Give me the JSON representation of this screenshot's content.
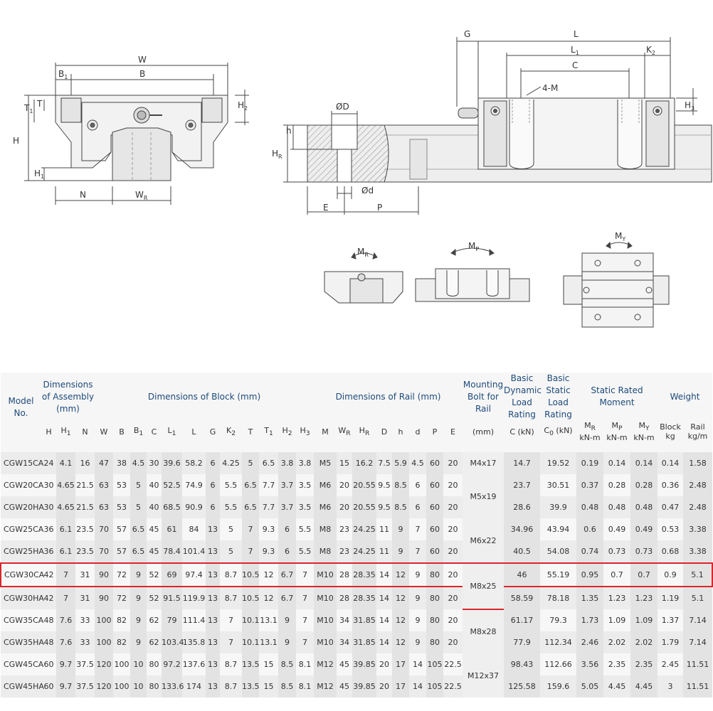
{
  "drawing_labels": {
    "front": {
      "W": "W",
      "B1": "B",
      "B1_sub": "1",
      "B": "B",
      "T1": "T",
      "T1_sub": "1",
      "T": "T",
      "H2": "H",
      "H2_sub": "2",
      "H": "H",
      "H1": "H",
      "H1_sub": "1",
      "N": "N",
      "WR": "W",
      "WR_sub": "R"
    },
    "side": {
      "G": "G",
      "L": "L",
      "L1": "L",
      "L1_sub": "1",
      "K2": "K",
      "K2_sub": "2",
      "C": "C",
      "M4": "4-M",
      "H3": "H",
      "H3_sub": "3",
      "D": "ØD",
      "HR": "H",
      "HR_sub": "R",
      "h": "h",
      "d": "Ød",
      "E": "E",
      "P": "P"
    },
    "moments": {
      "MR": "M",
      "MR_sub": "R",
      "MP": "M",
      "MP_sub": "P",
      "MY": "M",
      "MY_sub": "Y"
    }
  },
  "table": {
    "group_headers": {
      "model": [
        "Model",
        "No."
      ],
      "assembly": [
        "Dimensions",
        "of Assembly",
        "(mm)"
      ],
      "block": "Dimensions of Block (mm)",
      "rail": "Dimensions of Rail (mm)",
      "bolt": [
        "Mounting",
        "Bolt for",
        "Rail"
      ],
      "dynamic": [
        "Basic",
        "Dynamic",
        "Load",
        "Rating"
      ],
      "static": [
        "Basic",
        "Static",
        "Load",
        "Rating"
      ],
      "moment": [
        "Static Rated",
        "Moment"
      ],
      "weight": "Weight"
    },
    "sub_headers": {
      "H": "H",
      "H1": "H",
      "H1_sub": "1",
      "N": "N",
      "W": "W",
      "B": "B",
      "B1": "B",
      "B1_sub": "1",
      "C": "C",
      "L1": "L",
      "L1_sub": "1",
      "L": "L",
      "G": "G",
      "K2": "K",
      "K2_sub": "2",
      "T": "T",
      "T1": "T",
      "T1_sub": "1",
      "H2": "H",
      "H2_sub": "2",
      "H3": "H",
      "H3_sub": "3",
      "M": "M",
      "WR": "W",
      "WR_sub": "R",
      "HR": "H",
      "HR_sub": "R",
      "D": "D",
      "h": "h",
      "d": "d",
      "P": "P",
      "E": "E",
      "bolt": "(mm)",
      "MR": "M",
      "MR_sub": "R",
      "MP": "M",
      "MP_sub": "P",
      "MY": "M",
      "MY_sub": "Y",
      "block": "Block",
      "rail": "Rail"
    },
    "unit_headers": {
      "dyn": "C (kN)",
      "st": "C",
      "st_sub": "0",
      "st_unit": " (kN)",
      "MR": "kN-m",
      "MP": "kN-m",
      "MY": "kN-m",
      "block": "kg",
      "rail": "kg/m"
    },
    "bolts": [
      "M4x17",
      "M5x19",
      "M6x22",
      "M8x25",
      "M8x28",
      "M12x37"
    ],
    "rows": [
      [
        "CGW15CA",
        "24",
        "4.1",
        "16",
        "47",
        "38",
        "4.5",
        "30",
        "39.6",
        "58.2",
        "6",
        "4.25",
        "5",
        "6.5",
        "3.8",
        "3.8",
        "M5",
        "15",
        "16.2",
        "7.5",
        "5.9",
        "4.5",
        "60",
        "20",
        "14.7",
        "19.52",
        "0.19",
        "0.14",
        "0.14",
        "0.14",
        "1.58"
      ],
      [
        "CGW20CA",
        "30",
        "4.65",
        "21.5",
        "63",
        "53",
        "5",
        "40",
        "52.5",
        "74.9",
        "6",
        "5.5",
        "6.5",
        "7.7",
        "3.7",
        "3.5",
        "M6",
        "20",
        "20.55",
        "9.5",
        "8.5",
        "6",
        "60",
        "20",
        "23.7",
        "30.51",
        "0.37",
        "0.28",
        "0.28",
        "0.36",
        "2.48"
      ],
      [
        "CGW20HA",
        "30",
        "4.65",
        "21.5",
        "63",
        "53",
        "5",
        "40",
        "68.5",
        "90.9",
        "6",
        "5.5",
        "6.5",
        "7.7",
        "3.7",
        "3.5",
        "M6",
        "20",
        "20.55",
        "9.5",
        "8.5",
        "6",
        "60",
        "20",
        "28.6",
        "39.9",
        "0.48",
        "0.48",
        "0.48",
        "0.47",
        "2.48"
      ],
      [
        "CGW25CA",
        "36",
        "6.1",
        "23.5",
        "70",
        "57",
        "6.5",
        "45",
        "61",
        "84",
        "13",
        "5",
        "7",
        "9.3",
        "6",
        "5.5",
        "M8",
        "23",
        "24.25",
        "11",
        "9",
        "7",
        "60",
        "20",
        "34.96",
        "43.94",
        "0.6",
        "0.49",
        "0.49",
        "0.53",
        "3.38"
      ],
      [
        "CGW25HA",
        "36",
        "6.1",
        "23.5",
        "70",
        "57",
        "6.5",
        "45",
        "78.4",
        "101.4",
        "13",
        "5",
        "7",
        "9.3",
        "6",
        "5.5",
        "M8",
        "23",
        "24.25",
        "11",
        "9",
        "7",
        "60",
        "20",
        "40.5",
        "54.08",
        "0.74",
        "0.73",
        "0.73",
        "0.68",
        "3.38"
      ],
      [
        "CGW30CA",
        "42",
        "7",
        "31",
        "90",
        "72",
        "9",
        "52",
        "69",
        "97.4",
        "13",
        "8.7",
        "10.5",
        "12",
        "6.7",
        "7",
        "M10",
        "28",
        "28.35",
        "14",
        "12",
        "9",
        "80",
        "20",
        "46",
        "55.19",
        "0.95",
        "0.7",
        "0.7",
        "0.9",
        "5.1"
      ],
      [
        "CGW30HA",
        "42",
        "7",
        "31",
        "90",
        "72",
        "9",
        "52",
        "91.5",
        "119.9",
        "13",
        "8.7",
        "10.5",
        "12",
        "6.7",
        "7",
        "M10",
        "28",
        "28.35",
        "14",
        "12",
        "9",
        "80",
        "20",
        "58.59",
        "78.18",
        "1.35",
        "1.23",
        "1.23",
        "1.19",
        "5.1"
      ],
      [
        "CGW35CA",
        "48",
        "7.6",
        "33",
        "100",
        "82",
        "9",
        "62",
        "79",
        "111.4",
        "13",
        "7",
        "10.1",
        "13.1",
        "9",
        "7",
        "M10",
        "34",
        "31.85",
        "14",
        "12",
        "9",
        "80",
        "20",
        "61.17",
        "79.3",
        "1.73",
        "1.09",
        "1.09",
        "1.37",
        "7.14"
      ],
      [
        "CGW35HA",
        "48",
        "7.6",
        "33",
        "100",
        "82",
        "9",
        "62",
        "103.4",
        "135.8",
        "13",
        "7",
        "10.1",
        "13.1",
        "9",
        "7",
        "M10",
        "34",
        "31.85",
        "14",
        "12",
        "9",
        "80",
        "20",
        "77.9",
        "112.34",
        "2.46",
        "2.02",
        "2.02",
        "1.79",
        "7.14"
      ],
      [
        "CGW45CA",
        "60",
        "9.7",
        "37.5",
        "120",
        "100",
        "10",
        "80",
        "97.2",
        "137.6",
        "13",
        "8.7",
        "13.5",
        "15",
        "8.5",
        "8.1",
        "M12",
        "45",
        "39.85",
        "20",
        "17",
        "14",
        "105",
        "22.5",
        "98.43",
        "112.66",
        "3.56",
        "2.35",
        "2.35",
        "2.45",
        "11.51"
      ],
      [
        "CGW45HA",
        "60",
        "9.7",
        "37.5",
        "120",
        "100",
        "10",
        "80",
        "133.6",
        "174",
        "13",
        "8.7",
        "13.5",
        "15",
        "8.5",
        "8.1",
        "M12",
        "45",
        "39.85",
        "20",
        "17",
        "14",
        "105",
        "22.5",
        "125.58",
        "159.6",
        "5.05",
        "4.45",
        "4.45",
        "3",
        "11.51"
      ]
    ],
    "highlight_color": "#d9262c",
    "header_color": "#1d4a7a"
  }
}
